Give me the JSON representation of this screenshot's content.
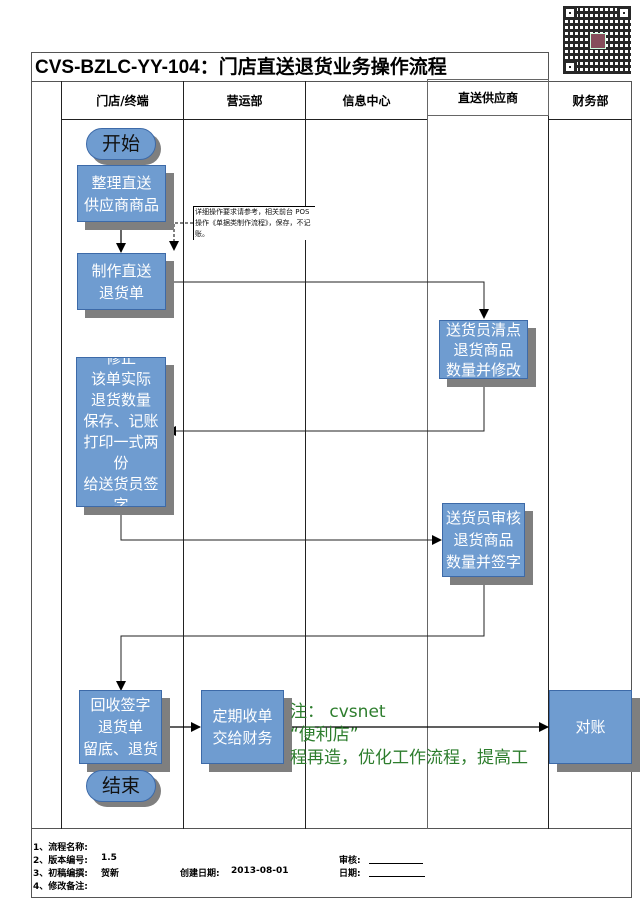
{
  "document": {
    "title": "CVS-BZLC-YY-104：门店直送退货业务操作流程",
    "qr_code": "qr-code"
  },
  "lanes": [
    {
      "label": "门店/终端"
    },
    {
      "label": "营运部"
    },
    {
      "label": "信息中心"
    },
    {
      "label": "直送供应商"
    },
    {
      "label": "财务部"
    }
  ],
  "nodes": {
    "start": "开始",
    "sort_goods": "整理直送\n供应商商品",
    "make_return_slip": "制作直送\n退货单",
    "supplier_count": "送货员清点\n退货商品\n数量并修改",
    "correct_qty": "修正\n该单实际\n退货数量\n保存、记账\n打印一式两份\n给送货员签字",
    "supplier_verify": "送货员审核\n退货商品\n数量并签字",
    "collect_signed": "回收签字\n退货单\n留底、退货",
    "periodic_collect": "定期收单\n交给财务",
    "reconcile": "对账",
    "end": "结束"
  },
  "annotation": "详细操作要求请参考，相关前台 POS 操作《单据类制作流程》，保存，不记账。",
  "watermark": {
    "line1": "注： cvsnet",
    "line2": "“便利店”",
    "line3": "程再造，优化工作流程，提高工"
  },
  "footer": {
    "process_name_label": "1、流程名称:",
    "version_label": "2、版本编号:",
    "version_value": "1.5",
    "author_label": "3、初稿编撰:",
    "author_value": "贺新",
    "created_label": "创建日期:",
    "created_value": "2013-08-01",
    "remarks_label": "4、修改备注:",
    "review_label": "审核:",
    "date_label": "日期:"
  }
}
